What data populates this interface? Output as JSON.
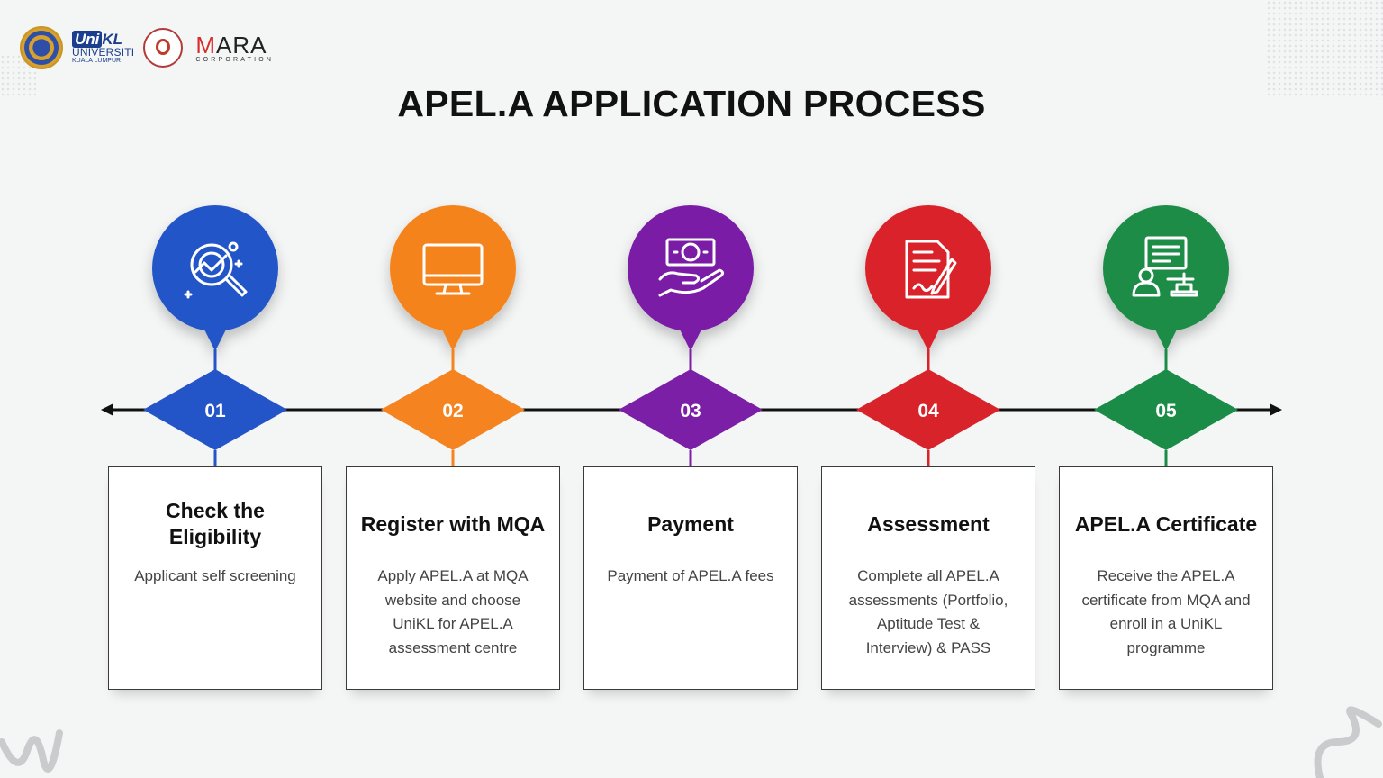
{
  "header": {
    "title": "APEL.A APPLICATION PROCESS",
    "logos": {
      "unikl_brand_a": "Uni",
      "unikl_brand_b": "KL",
      "unikl_name": "UNIVERSITI",
      "unikl_sub": "KUALA LUMPUR",
      "mara_m": "M",
      "mara_rest": "ARA",
      "mara_corp": "CORPORATION"
    }
  },
  "steps": [
    {
      "number": "01",
      "title": "Check the Eligibility",
      "description": "Applicant self screening",
      "color": "#2354c8",
      "icon": "search-magnifier-icon"
    },
    {
      "number": "02",
      "title": "Register with MQA",
      "description": "Apply APEL.A at MQA website and choose UniKL for APEL.A assessment centre",
      "color": "#f5831f",
      "icon": "monitor-icon"
    },
    {
      "number": "03",
      "title": "Payment",
      "description": "Payment of APEL.A fees",
      "color": "#7a1fa6",
      "icon": "money-hand-icon"
    },
    {
      "number": "04",
      "title": "Assessment",
      "description": "Complete all APEL.A assessments (Portfolio, Aptitude Test & Interview) & PASS",
      "color": "#d9232a",
      "icon": "document-pen-icon"
    },
    {
      "number": "05",
      "title": "APEL.A Certificate",
      "description": "Receive the APEL.A certificate from MQA and enroll in a UniKL programme",
      "color": "#1b8c47",
      "icon": "certificate-stamp-icon"
    }
  ]
}
